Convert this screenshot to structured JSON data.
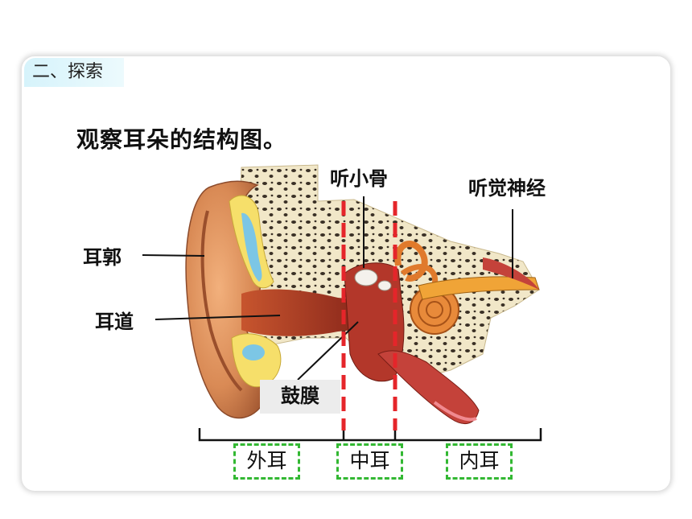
{
  "section_tag": "二、探索",
  "heading": "观察耳朵的结构图。",
  "labels": {
    "ossicles": "听小骨",
    "auditory_nerve": "听觉神经",
    "auricle": "耳郭",
    "ear_canal": "耳道",
    "eardrum": "鼓膜"
  },
  "regions": {
    "outer_ear": "外耳",
    "middle_ear": "中耳",
    "inner_ear": "内耳"
  },
  "colors": {
    "divider": "#e5252a",
    "region_border": "#33b833",
    "bone": "#f1e7c8",
    "skin": "#d98a55"
  }
}
